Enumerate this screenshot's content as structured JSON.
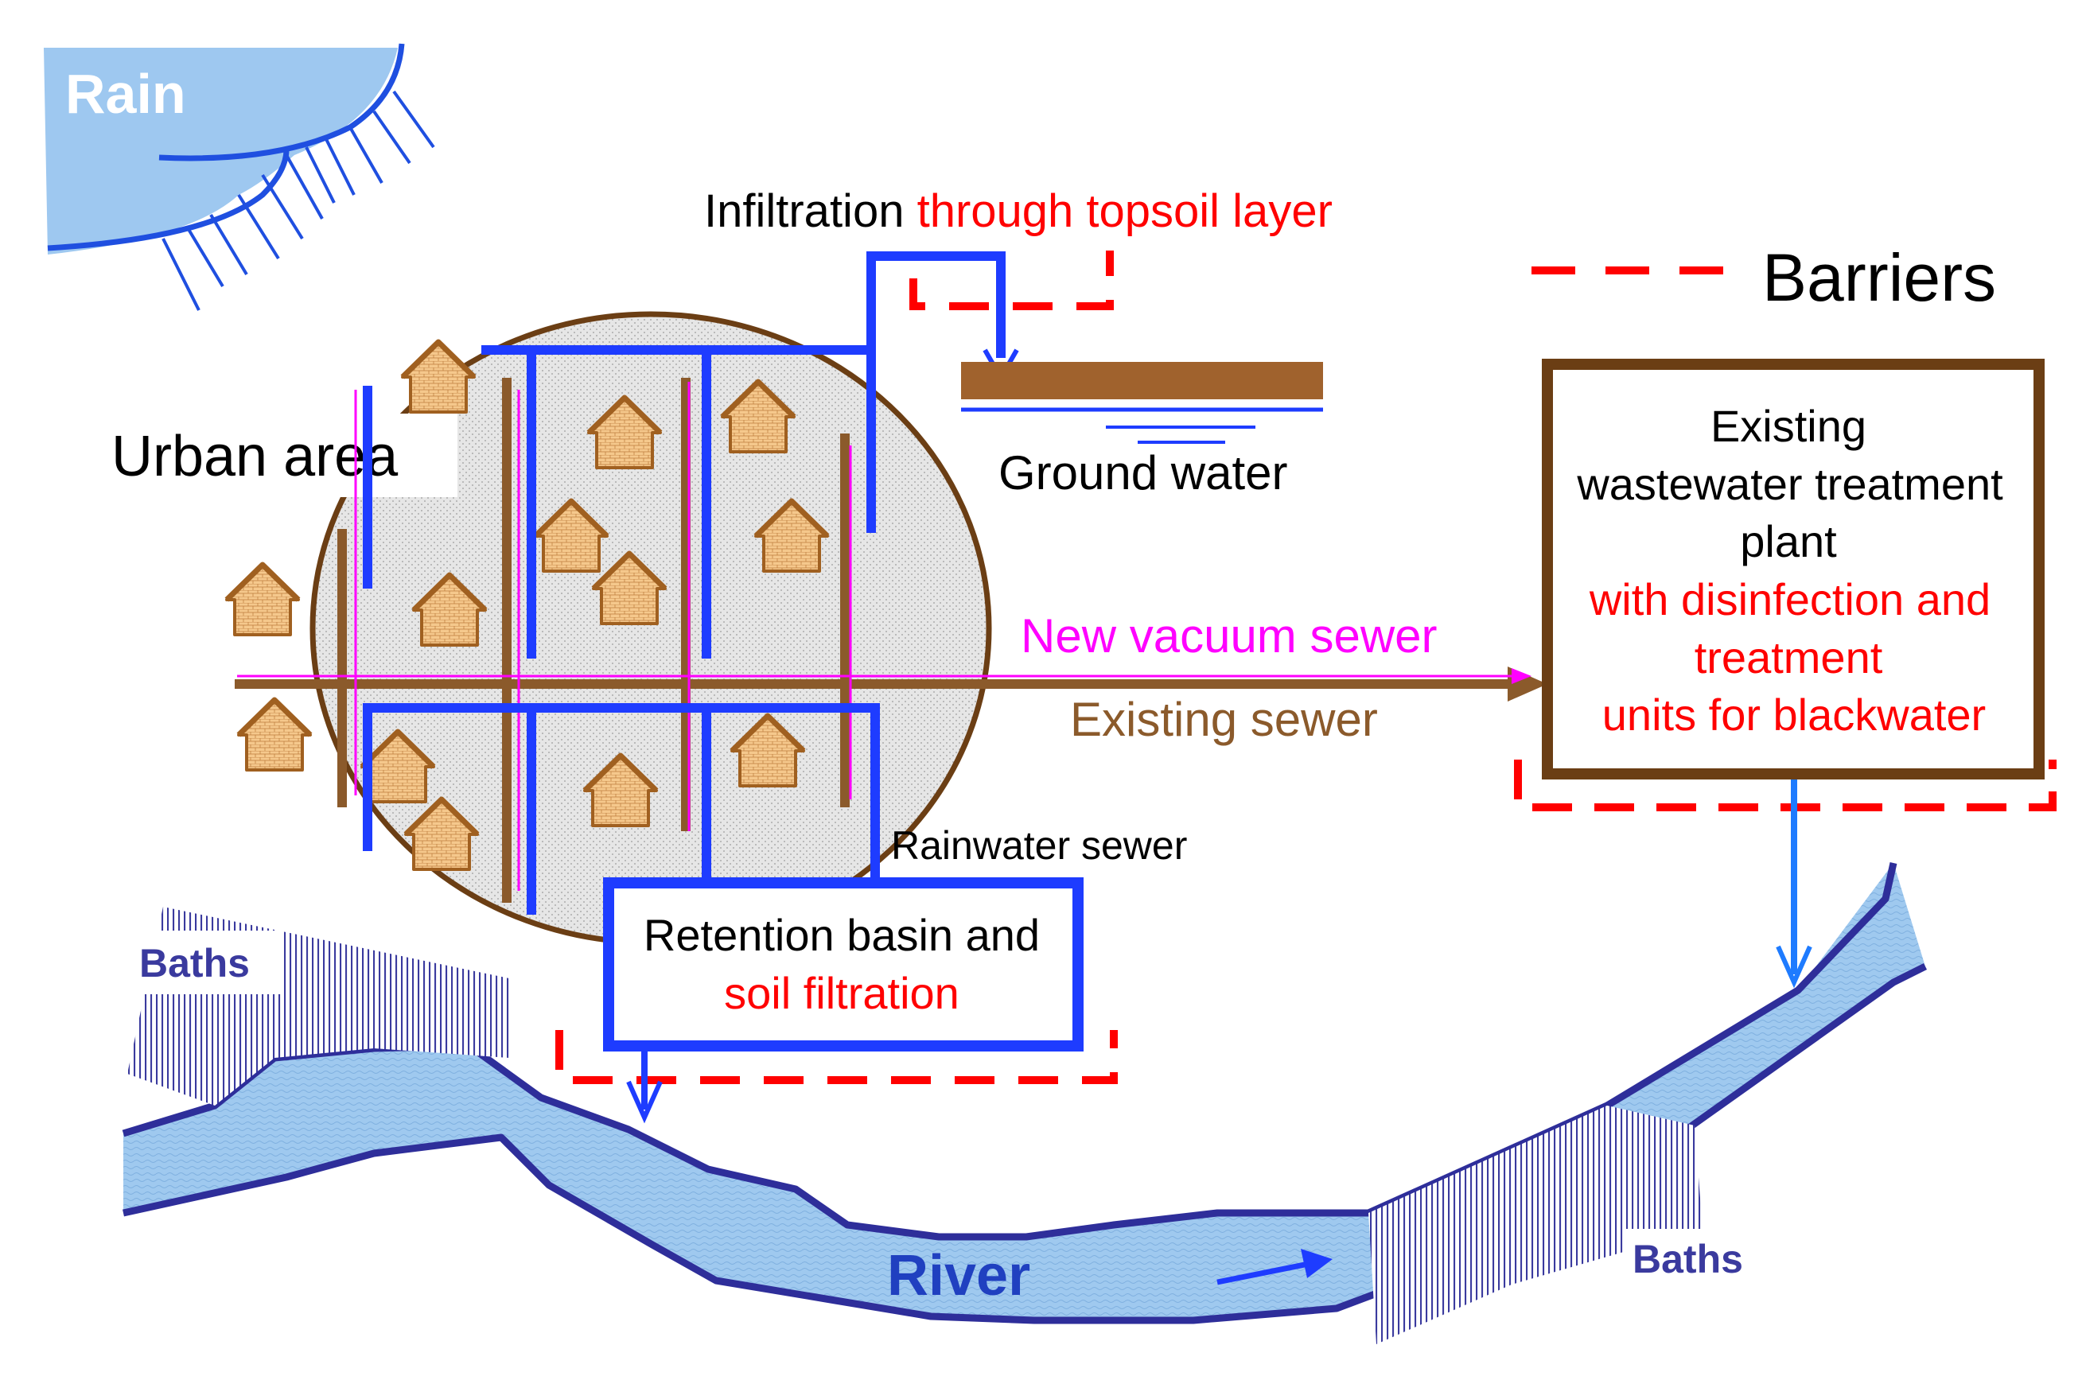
{
  "labels": {
    "rain": "Rain",
    "infiltration_black": "Infiltration ",
    "infiltration_red": "through topsoil layer",
    "barriers": "Barriers",
    "urban_area": "Urban area",
    "ground_water": "Ground water",
    "new_vacuum_sewer": "New vacuum sewer",
    "existing_sewer": "Existing sewer",
    "rainwater_sewer": "Rainwater sewer",
    "wwtp_line1": "Existing",
    "wwtp_line2": "wastewater treatment",
    "wwtp_line3": "plant",
    "wwtp_line4": "with disinfection and",
    "wwtp_line5": "treatment",
    "wwtp_line6": "units for blackwater",
    "retention_line1": "Retention basin and",
    "retention_line2": "soil filtration",
    "baths_left": "Baths",
    "baths_right": "Baths",
    "river": "River"
  },
  "colors": {
    "rain_fill": "#9ec8f0",
    "rain_line": "#1f4fe0",
    "rainwater_sewer": "#1e3cff",
    "existing_sewer": "#8b5a2b",
    "vacuum_sewer": "#ff00ff",
    "barrier": "#ff0000",
    "river_fill": "#9fc9ef",
    "river_edge": "#2e2e9a",
    "house_fill": "#f5c88c",
    "house_edge": "#a06020",
    "baths_text": "#3a3a9e",
    "ground_bar": "#a0622d"
  }
}
